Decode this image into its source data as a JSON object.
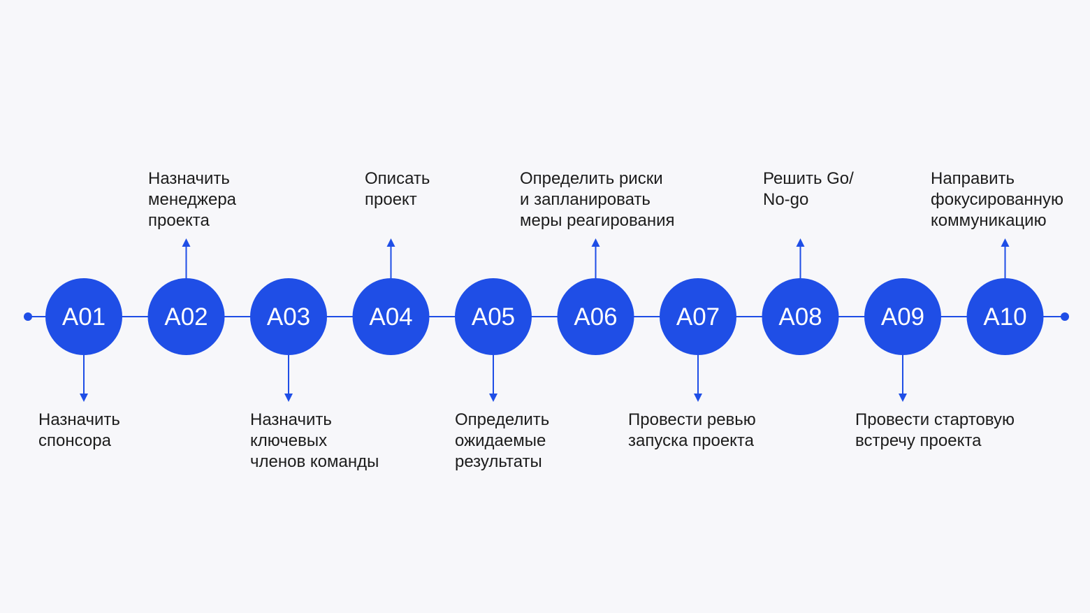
{
  "colors": {
    "accent": "#1f4ee6",
    "background": "#f7f7fa",
    "text": "#1c1c1c"
  },
  "steps": [
    {
      "code": "A01",
      "label": "Назначить\nспонсора",
      "side": "bottom"
    },
    {
      "code": "A02",
      "label": "Назначить\nменеджера\nпроекта",
      "side": "top"
    },
    {
      "code": "A03",
      "label": "Назначить\nключевых\nчленов команды",
      "side": "bottom"
    },
    {
      "code": "A04",
      "label": "Описать\nпроект",
      "side": "top"
    },
    {
      "code": "A05",
      "label": "Определить\nожидаемые\nрезультаты",
      "side": "bottom"
    },
    {
      "code": "A06",
      "label": "Определить риски\nи запланировать\nмеры реагирования",
      "side": "top"
    },
    {
      "code": "A07",
      "label": "Провести ревью\nзапуска проекта",
      "side": "bottom"
    },
    {
      "code": "A08",
      "label": "Решить Go/\nNo-go",
      "side": "top"
    },
    {
      "code": "A09",
      "label": "Провести стартовую\nвстречу проекта",
      "side": "bottom"
    },
    {
      "code": "A10",
      "label": "Направить\nфокусированную\nкоммуникацию",
      "side": "top"
    }
  ]
}
